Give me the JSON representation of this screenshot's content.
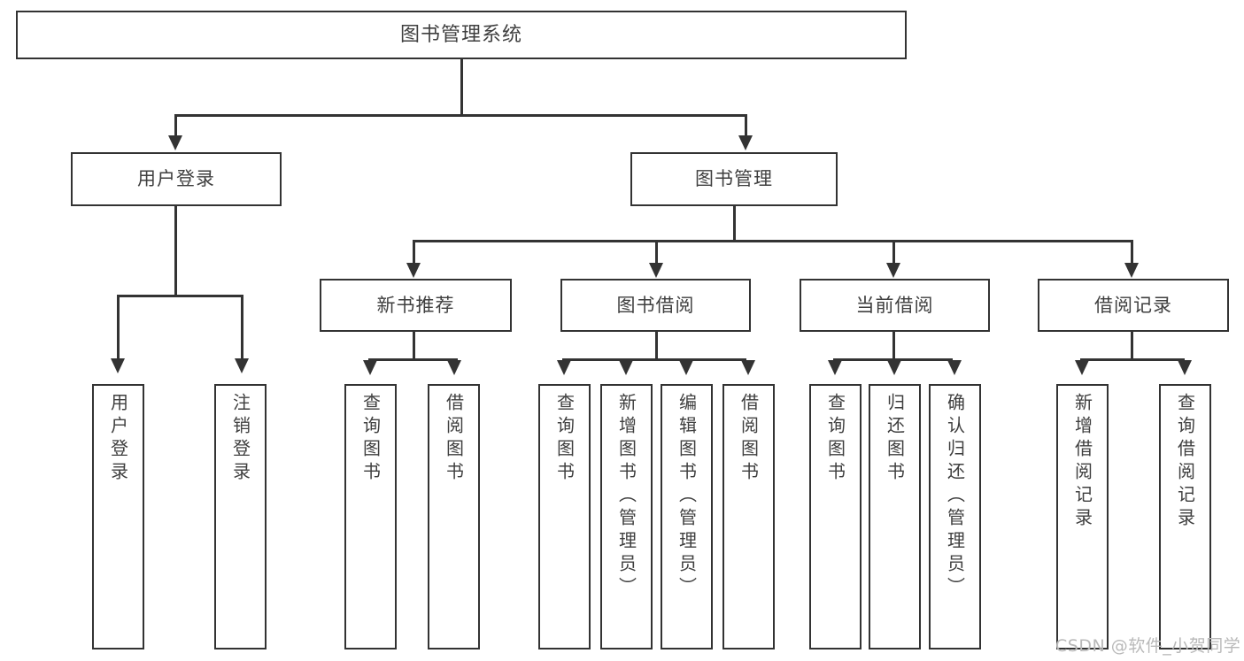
{
  "diagram": {
    "title": "图书管理系统",
    "type": "hierarchy-tree",
    "root": {
      "label": "图书管理系统"
    },
    "level2": [
      {
        "id": "user-login",
        "label": "用户登录"
      },
      {
        "id": "book-management",
        "label": "图书管理"
      }
    ],
    "level3": [
      {
        "id": "new-book-recommend",
        "label": "新书推荐"
      },
      {
        "id": "book-borrow",
        "label": "图书借阅"
      },
      {
        "id": "current-borrow",
        "label": "当前借阅"
      },
      {
        "id": "borrow-record",
        "label": "借阅记录"
      }
    ],
    "leaves": [
      {
        "id": "leaf-user-login",
        "label": "用户登录",
        "parent": "用户登录"
      },
      {
        "id": "leaf-logout-login",
        "label": "注销登录",
        "parent": "用户登录"
      },
      {
        "id": "leaf-query-book-1",
        "label": "查询图书",
        "parent": "新书推荐"
      },
      {
        "id": "leaf-borrow-book-1",
        "label": "借阅图书",
        "parent": "新书推荐"
      },
      {
        "id": "leaf-query-book-2",
        "label": "查询图书",
        "parent": "图书借阅"
      },
      {
        "id": "leaf-add-book",
        "label": "新增图书（管理员）",
        "parent": "图书借阅"
      },
      {
        "id": "leaf-edit-book",
        "label": "编辑图书（管理员）",
        "parent": "图书借阅"
      },
      {
        "id": "leaf-borrow-book-2",
        "label": "借阅图书",
        "parent": "图书借阅"
      },
      {
        "id": "leaf-query-book-3",
        "label": "查询图书",
        "parent": "当前借阅"
      },
      {
        "id": "leaf-return-book",
        "label": "归还图书",
        "parent": "当前借阅"
      },
      {
        "id": "leaf-confirm-return",
        "label": "确认归还（管理员）",
        "parent": "当前借阅"
      },
      {
        "id": "leaf-add-record",
        "label": "新增借阅记录",
        "parent": "借阅记录"
      },
      {
        "id": "leaf-query-record",
        "label": "查询借阅记录",
        "parent": "借阅记录"
      }
    ]
  },
  "watermark": {
    "text": "CSDN @软件_小贺同学"
  },
  "colors": {
    "stroke": "#333333",
    "text": "#3f3f3f",
    "background": "#ffffff",
    "watermark": "#b9b9b9"
  }
}
